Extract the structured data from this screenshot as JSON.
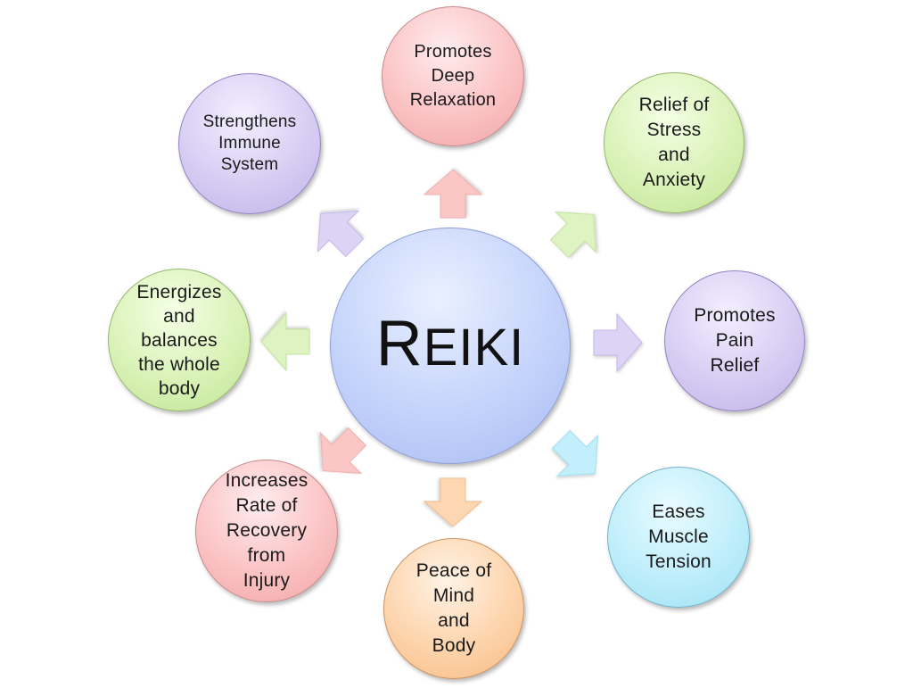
{
  "diagram": {
    "center": {
      "label": "Reiki",
      "initial": "R",
      "rest": "EIKI",
      "color": "#c4d3fb"
    },
    "benefits": [
      {
        "label": "Promotes\nDeep\nRelaxation",
        "color": "#fbc3c4"
      },
      {
        "label": "Relief of\nStress\nand\nAnxiety",
        "color": "#d9f2b7"
      },
      {
        "label": "Promotes\nPain\nRelief",
        "color": "#d7cdf3"
      },
      {
        "label": "Eases\nMuscle\nTension",
        "color": "#bfeefb"
      },
      {
        "label": "Peace of\nMind\nand\nBody",
        "color": "#fdd4ac"
      },
      {
        "label": "Increases\nRate of\nRecovery\nfrom\nInjury",
        "color": "#fbc3c4"
      },
      {
        "label": "Energizes\nand\nbalances\nthe whole\nbody",
        "color": "#d9f2b7"
      },
      {
        "label": "Strengthens\nImmune\nSystem",
        "color": "#d7cdf3"
      }
    ]
  }
}
